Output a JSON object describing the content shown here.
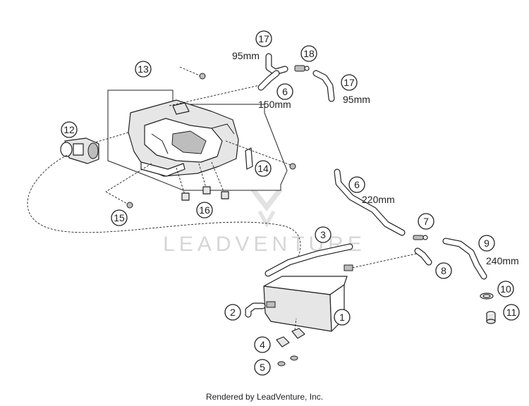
{
  "diagram": {
    "callouts": [
      "1",
      "2",
      "3",
      "4",
      "5",
      "6",
      "6",
      "7",
      "8",
      "9",
      "10",
      "11",
      "12",
      "13",
      "14",
      "15",
      "16",
      "17",
      "17",
      "18"
    ],
    "dimensions": {
      "hose_17_a": "95mm",
      "hose_17_b": "95mm",
      "hose_6_upper": "150mm",
      "hose_6_lower": "220mm",
      "hose_9": "240mm"
    },
    "watermark": "LEADVENTURE"
  },
  "footer": {
    "text": "Rendered by LeadVenture, Inc."
  }
}
